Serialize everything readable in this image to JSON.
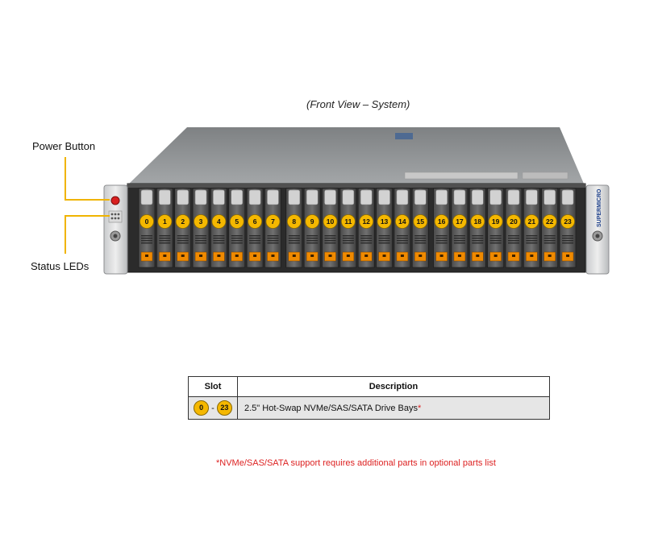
{
  "caption": "(Front View – System)",
  "callouts": {
    "power_button": "Power Button",
    "status_leds": "Status LEDs"
  },
  "server": {
    "bay_numbers": [
      "0",
      "1",
      "2",
      "3",
      "4",
      "5",
      "6",
      "7",
      "8",
      "9",
      "10",
      "11",
      "12",
      "13",
      "14",
      "15",
      "16",
      "17",
      "18",
      "19",
      "20",
      "21",
      "22",
      "23"
    ],
    "brand": "SUPERMICRO",
    "colors": {
      "badge": "#f5b800",
      "drive_led": "#f08a00",
      "chassis": "#2b2b2b",
      "lid": "#8f9294",
      "callout_line": "#f0b400"
    }
  },
  "table": {
    "headers": {
      "slot": "Slot",
      "description": "Description"
    },
    "row": {
      "slot_start": "0",
      "slot_separator": "-",
      "slot_end": "23",
      "description": "2.5\" Hot-Swap NVMe/SAS/SATA Drive  Bays",
      "marker": "*"
    }
  },
  "footnote": "*NVMe/SAS/SATA support requires additional parts in optional parts list"
}
